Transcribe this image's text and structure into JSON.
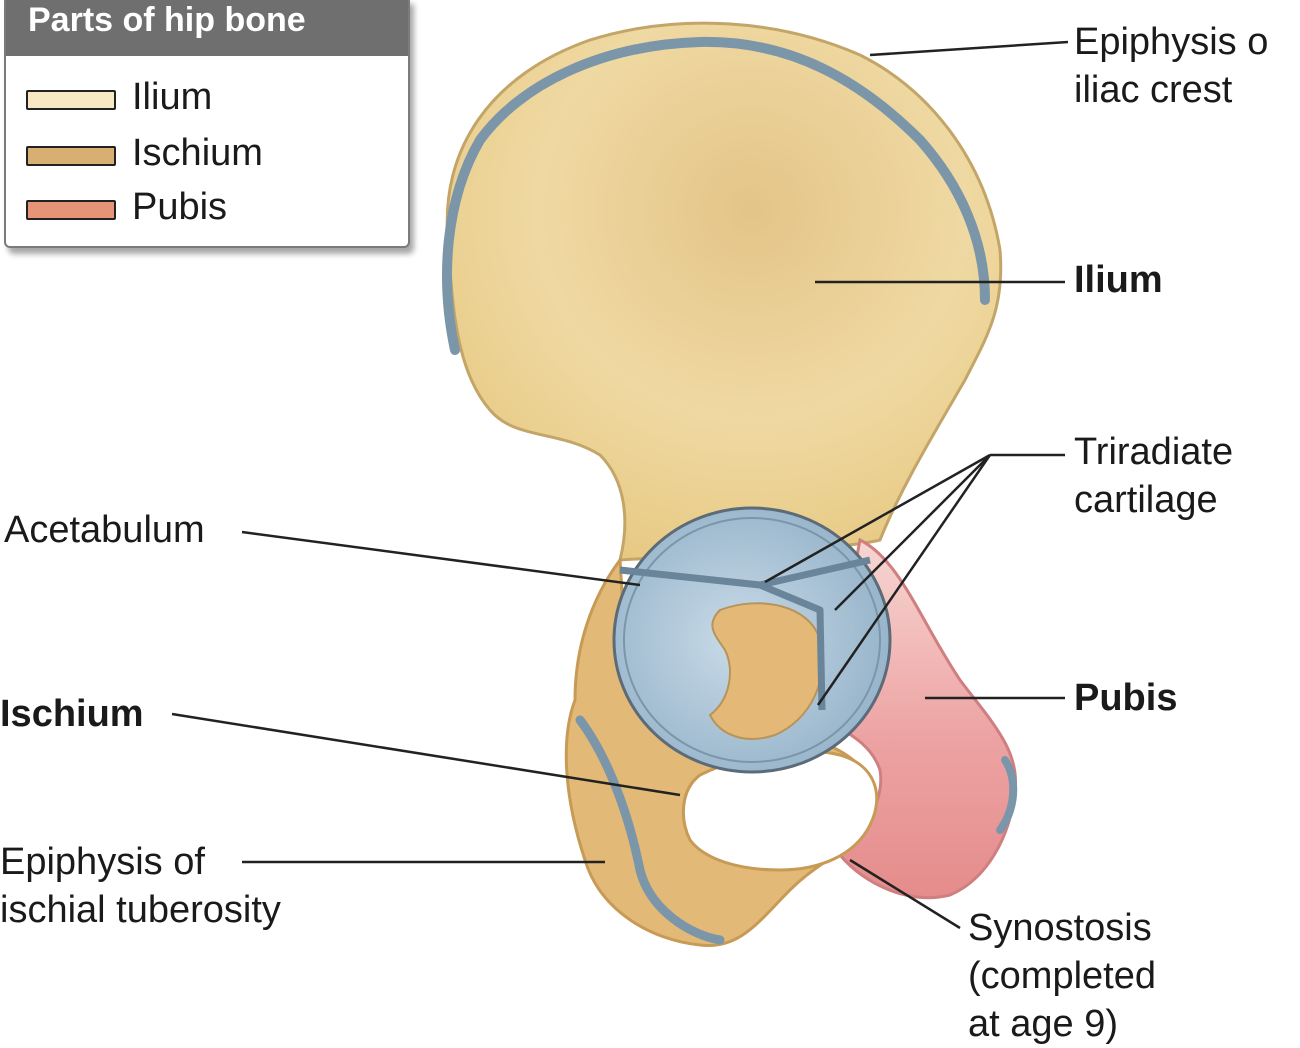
{
  "legend": {
    "title": "Parts of hip bone",
    "items": [
      {
        "label": "Ilium",
        "color": "#f8e8c4"
      },
      {
        "label": "Ischium",
        "color": "#d9ae72"
      },
      {
        "label": "Pubis",
        "color": "#e69377"
      }
    ]
  },
  "labels": {
    "epiphysis_iliac_crest": [
      "Epiphysis o",
      "iliac crest"
    ],
    "ilium": "Ilium",
    "triradiate_cartilage": [
      "Triradiate",
      "cartilage"
    ],
    "acetabulum": "Acetabulum",
    "pubis": "Pubis",
    "ischium": "Ischium",
    "epiphysis_ischial_tuberosity": [
      "Epiphysis of",
      "ischial tuberosity"
    ],
    "synostosis": [
      "Synostosis",
      "(completed",
      "at age 9)"
    ]
  },
  "colors": {
    "ilium_bone": "#ecd297",
    "ischium_bone": "#e2b874",
    "pubis_bone": "#eca3a3",
    "cartilage": "#7c98ad",
    "acetabulum_fill": "#a9c3d8",
    "leader_line": "#222222"
  }
}
